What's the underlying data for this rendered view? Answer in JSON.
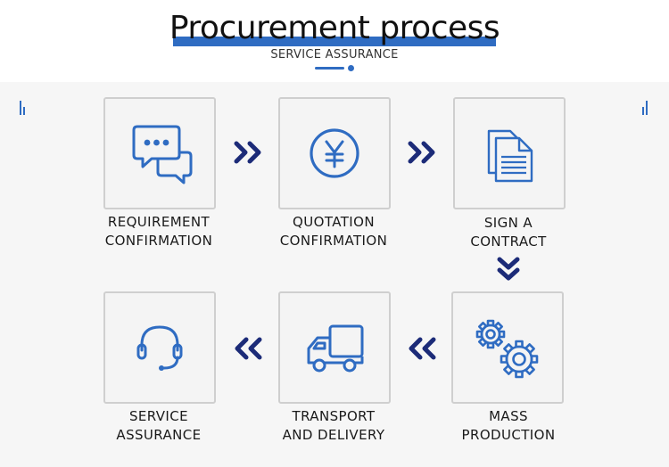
{
  "header": {
    "title": "Procurement process",
    "subtitle": "SERVICE ASSURANCE"
  },
  "colors": {
    "accent": "#2f6cc2",
    "arrow": "#1c2b78",
    "box_border": "#cfcfcf",
    "panel_bg": "#f6f6f6"
  },
  "steps": [
    {
      "icon": "chat-bubbles-icon",
      "label_line1": "REQUIREMENT",
      "label_line2": "CONFIRMATION"
    },
    {
      "icon": "yen-coin-icon",
      "label_line1": "QUOTATION",
      "label_line2": "CONFIRMATION"
    },
    {
      "icon": "document-icon",
      "label_line1": "SIGN A",
      "label_line2": "CONTRACT"
    },
    {
      "icon": "gears-icon",
      "label_line1": "MASS",
      "label_line2": "PRODUCTION"
    },
    {
      "icon": "truck-icon",
      "label_line1": "TRANSPORT",
      "label_line2": "AND DELIVERY"
    },
    {
      "icon": "headset-icon",
      "label_line1": "SERVICE",
      "label_line2": "ASSURANCE"
    }
  ]
}
